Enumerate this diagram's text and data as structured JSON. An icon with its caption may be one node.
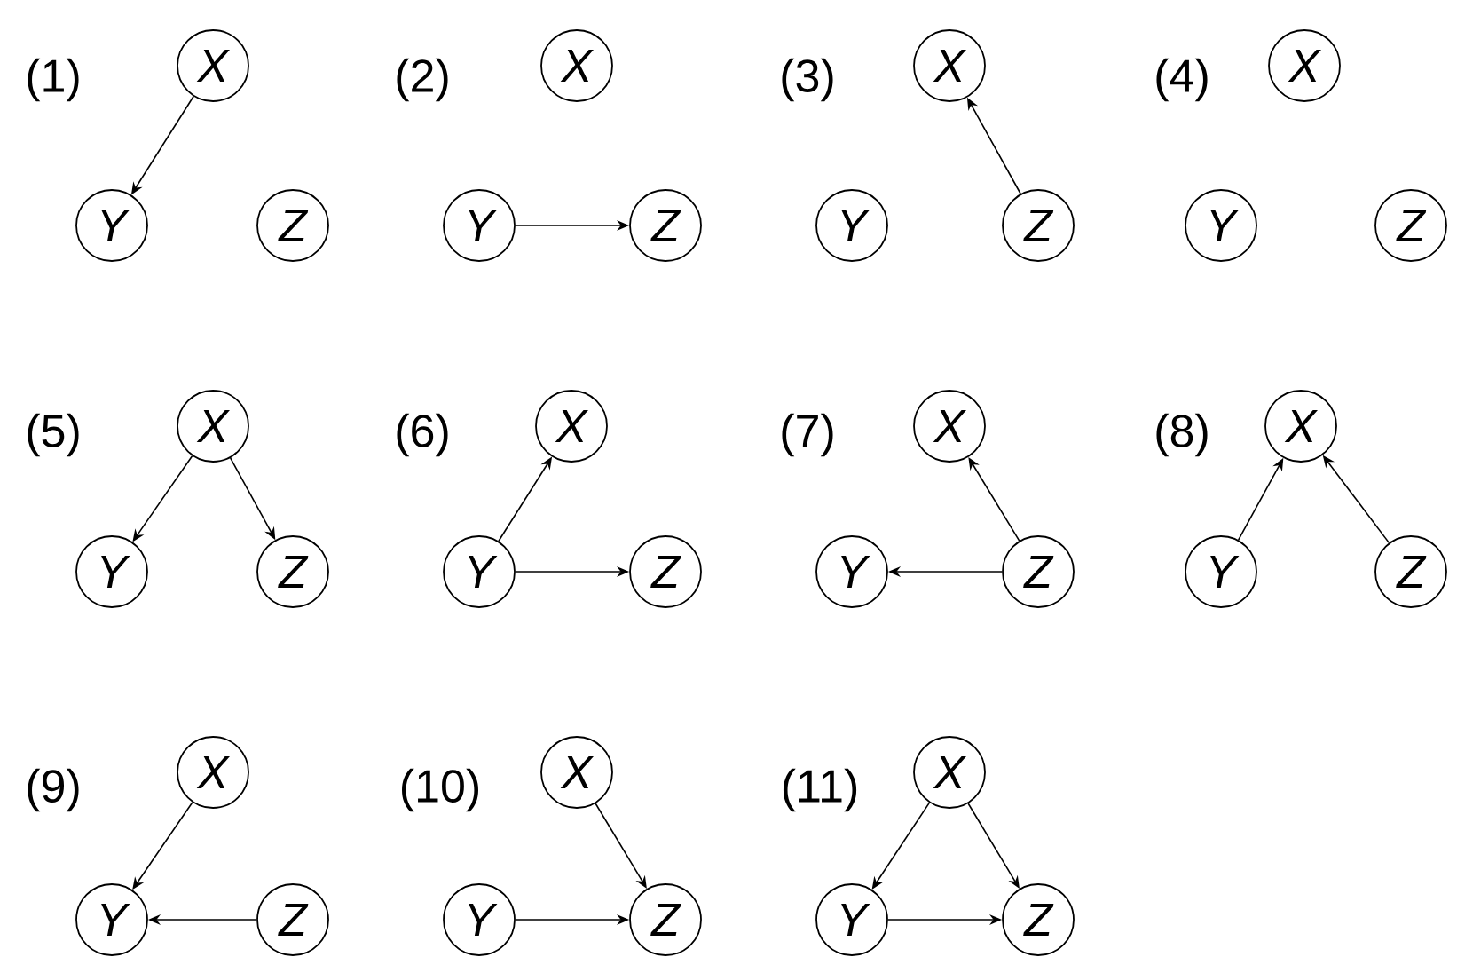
{
  "diagram": {
    "nodes": [
      {
        "text": [
          "X"
        ]
      },
      {
        "text": [
          "Y"
        ]
      },
      {
        "text": [
          "Z"
        ]
      },
      {
        "text": [
          "X"
        ]
      },
      {
        "text": [
          "Y"
        ]
      },
      {
        "text": [
          "Z"
        ]
      },
      {
        "text": [
          "X"
        ]
      },
      {
        "text": [
          "Y"
        ]
      },
      {
        "text": [
          "Z"
        ]
      },
      {
        "text": [
          "X"
        ]
      },
      {
        "text": [
          "Y"
        ]
      },
      {
        "text": [
          "Z"
        ]
      },
      {
        "text": [
          "X"
        ]
      },
      {
        "text": [
          "Y"
        ]
      },
      {
        "text": [
          "Z"
        ]
      },
      {
        "text": [
          "X"
        ]
      },
      {
        "text": [
          "Y"
        ]
      },
      {
        "text": [
          "Z"
        ]
      },
      {
        "text": [
          "X"
        ]
      },
      {
        "text": [
          "Y"
        ]
      },
      {
        "text": [
          "Z"
        ]
      },
      {
        "text": [
          "X"
        ]
      },
      {
        "text": [
          "Y"
        ]
      },
      {
        "text": [
          "Z"
        ]
      },
      {
        "text": [
          "X"
        ]
      },
      {
        "text": [
          "Y"
        ]
      },
      {
        "text": [
          "Z"
        ]
      },
      {
        "text": [
          "X"
        ]
      },
      {
        "text": [
          "Y"
        ]
      },
      {
        "text": [
          "Z"
        ]
      },
      {
        "text": [
          "X"
        ]
      },
      {
        "text": [
          "Y"
        ]
      },
      {
        "text": [
          "Z"
        ]
      }
    ],
    "edges": [
      {
        "from": 0,
        "to": 1,
        "arrow": "to"
      },
      {
        "from": 4,
        "to": 5,
        "arrow": "to"
      },
      {
        "from": 8,
        "to": 6,
        "arrow": "to"
      },
      {
        "from": 12,
        "to": 13,
        "arrow": "to"
      },
      {
        "from": 12,
        "to": 14,
        "arrow": "to"
      },
      {
        "from": 16,
        "to": 15,
        "arrow": "to"
      },
      {
        "from": 16,
        "to": 17,
        "arrow": "to"
      },
      {
        "from": 20,
        "to": 18,
        "arrow": "to"
      },
      {
        "from": 20,
        "to": 19,
        "arrow": "to"
      },
      {
        "from": 22,
        "to": 21,
        "arrow": "to"
      },
      {
        "from": 23,
        "to": 21,
        "arrow": "to"
      },
      {
        "from": 24,
        "to": 25,
        "arrow": "to"
      },
      {
        "from": 26,
        "to": 25,
        "arrow": "to"
      },
      {
        "from": 27,
        "to": 29,
        "arrow": "to"
      },
      {
        "from": 28,
        "to": 29,
        "arrow": "to"
      },
      {
        "from": 30,
        "to": 31,
        "arrow": "to"
      },
      {
        "from": 30,
        "to": 32,
        "arrow": "to"
      },
      {
        "from": 31,
        "to": 32,
        "arrow": "to"
      }
    ],
    "labels": [
      "(1)",
      "(2)",
      "(3)",
      "(4)",
      "(5)",
      "(6)",
      "(7)",
      "(8)",
      "(9)",
      "(10)",
      "(11)"
    ]
  }
}
